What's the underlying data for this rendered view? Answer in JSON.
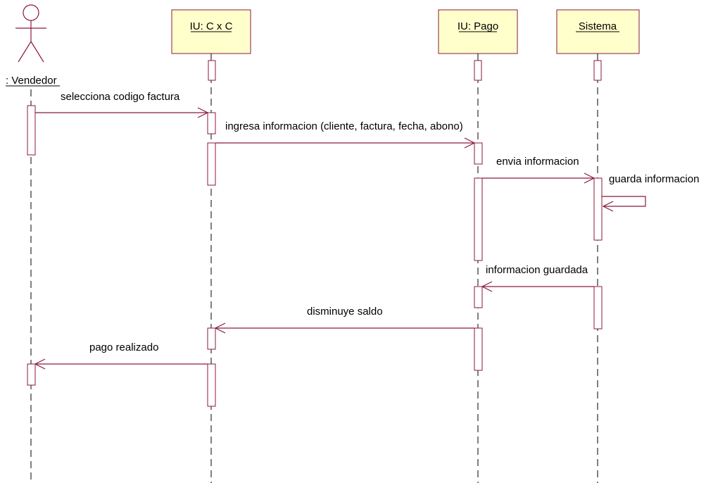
{
  "participants": {
    "vendedor": {
      "label": ": Vendedor"
    },
    "iu_cxc": {
      "label": "IU: C x C"
    },
    "iu_pago": {
      "label": "IU: Pago"
    },
    "sistema": {
      "label": "Sistema"
    }
  },
  "messages": [
    {
      "label": "selecciona codigo factura"
    },
    {
      "label": "ingresa informacion (cliente, factura, fecha, abono)"
    },
    {
      "label": "envia informacion"
    },
    {
      "label": "guarda informacion"
    },
    {
      "label": "informacion guardada"
    },
    {
      "label": "disminuye saldo"
    },
    {
      "label": "pago realizado"
    }
  ],
  "colors": {
    "object_fill": "#ffffcc",
    "line": "#8b1a3a"
  }
}
